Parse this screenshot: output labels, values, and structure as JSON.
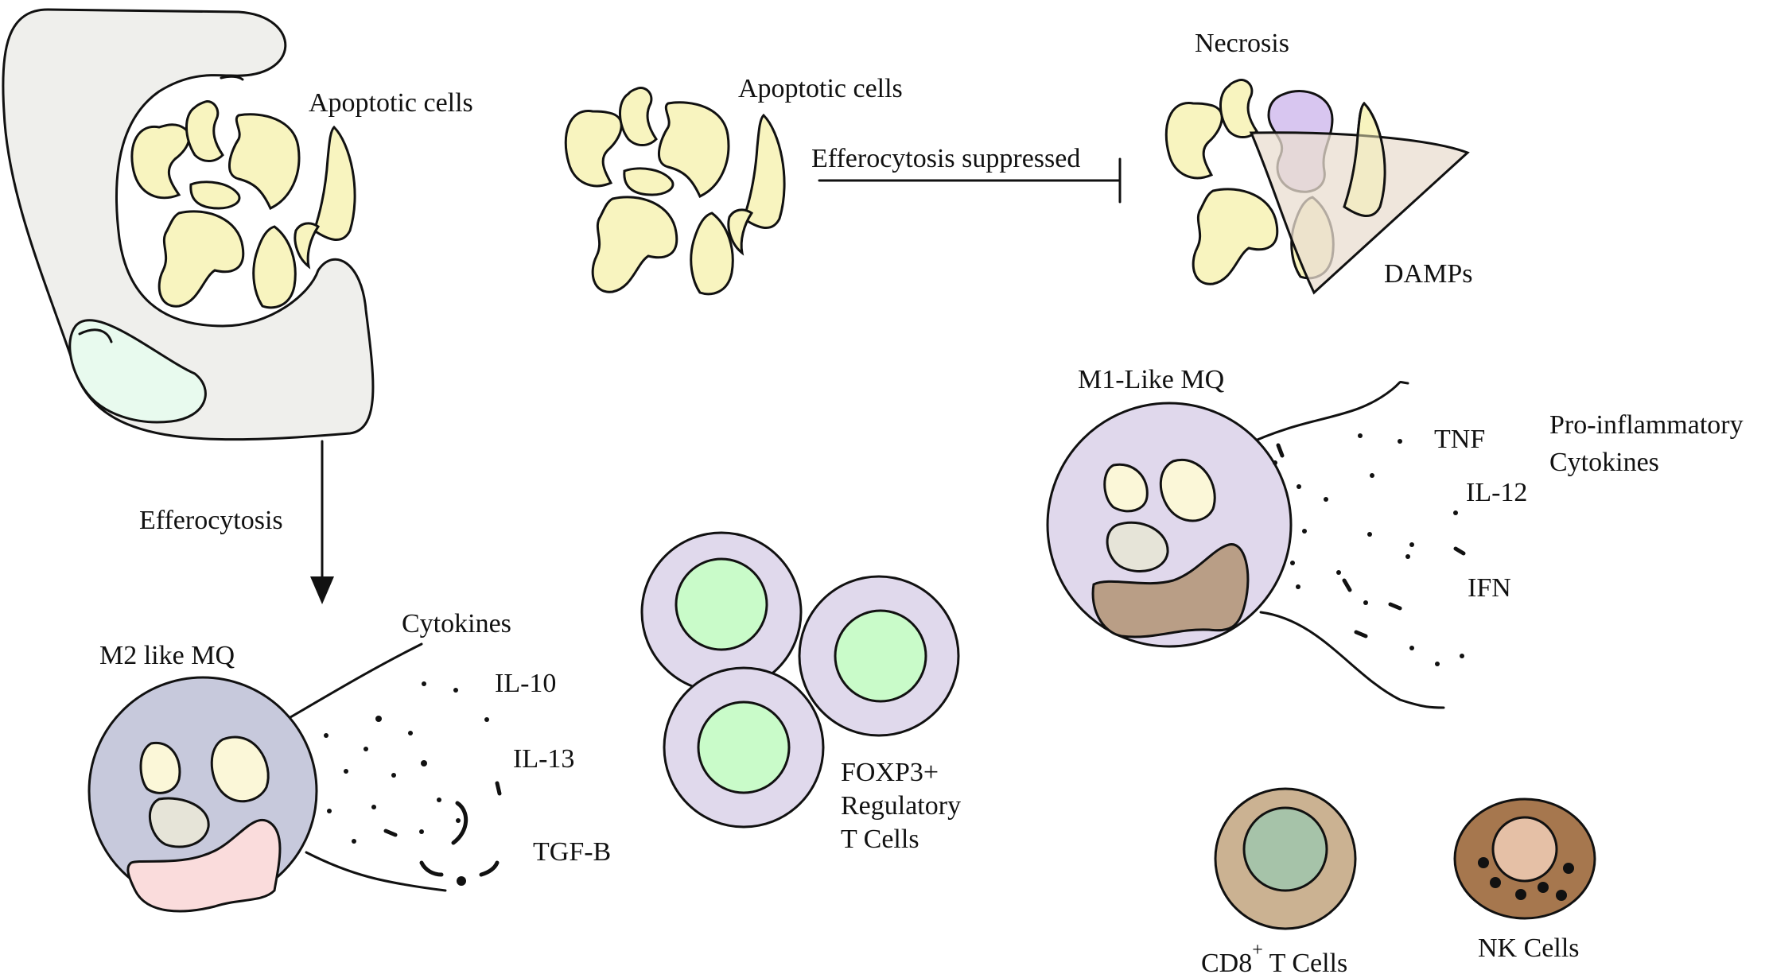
{
  "labels": {
    "apoptotic_cells_left": "Apoptotic cells",
    "apoptotic_cells_center": "Apoptotic cells",
    "efferocytosis_suppressed": "Efferocytosis suppressed",
    "necrosis": "Necrosis",
    "damps": "DAMPs",
    "efferocytosis": "Efferocytosis",
    "m2_like_mq": "M2 like MQ",
    "cytokines": "Cytokines",
    "il10": "IL-10",
    "il13": "IL-13",
    "tgfb": "TGF-B",
    "foxp3_line1": "FOXP3+",
    "foxp3_line2": "Regulatory",
    "foxp3_line3": "T Cells",
    "m1_like_mq": "M1-Like MQ",
    "tnf": "TNF",
    "il12": "IL-12",
    "ifn": "IFN",
    "pro_inflammatory_line1": "Pro-inflammatory",
    "pro_inflammatory_line2": "Cytokines",
    "cd8_prefix": "CD8",
    "cd8_sup": "+",
    "cd8_suffix": " T Cells",
    "nk_cells": "NK Cells"
  },
  "colors": {
    "macrophage_engulfing": "#efefec",
    "apoptotic_cell": "#f8f4bf",
    "engulfing_nucleus": "#e8faee",
    "necrotic_cell": "#d8c6f0",
    "damps_fan": "#e9ddd0",
    "m2_macrophage": "#c7c9dc",
    "m2_nucleus": "#fadcdc",
    "m2_vesicle_light": "#fbf7d8",
    "m2_vesicle_grey": "#e6e4d8",
    "treg_outer": "#e0d9ec",
    "treg_inner": "#c9fbc9",
    "m1_macrophage": "#e0d8ec",
    "m1_nucleus": "#b99e86",
    "cd8_outer": "#cbb292",
    "cd8_inner": "#a6c3a9",
    "nk_outer": "#a6774e",
    "nk_inner": "#e5c0a6"
  }
}
